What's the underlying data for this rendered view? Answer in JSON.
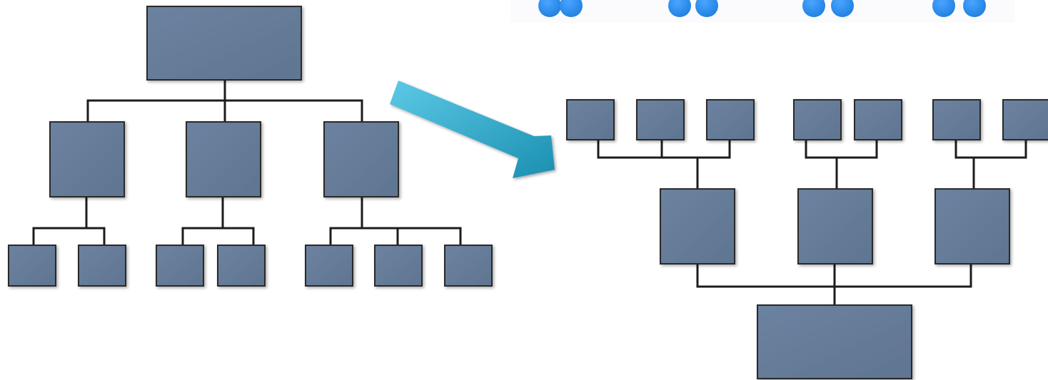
{
  "colors": {
    "box_fill": "#5f7591",
    "box_fill_light": "#6c82a0",
    "box_border": "#2b2b2b",
    "connector": "#1c1c1c",
    "arrow_light": "#5cc9e6",
    "arrow_dark": "#1b8fb0",
    "figure_blue": "#1f7fe0",
    "figure_blue_light": "#4aa5ff"
  },
  "decorations": {
    "top_strip_icon": "blue-figures-icon",
    "arrow_icon": "teal-arrow-icon"
  },
  "diagrams": {
    "left_hierarchy": {
      "orientation": "top-down",
      "levels": [
        1,
        3,
        7
      ],
      "children_per_node": [
        2,
        2,
        3
      ]
    },
    "right_hierarchy": {
      "orientation": "bottom-up",
      "levels": [
        1,
        3,
        7
      ],
      "children_per_node": [
        3,
        2,
        2
      ]
    }
  }
}
